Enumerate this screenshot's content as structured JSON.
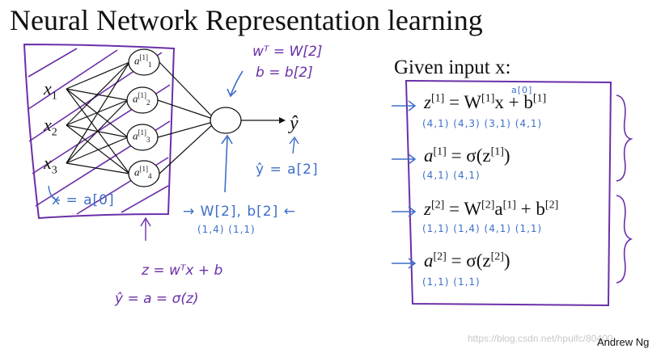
{
  "title": "Neural Network Representation learning",
  "given": "Given input x:",
  "inputs": [
    {
      "base": "x",
      "sub": "1"
    },
    {
      "base": "x",
      "sub": "2"
    },
    {
      "base": "x",
      "sub": "3"
    }
  ],
  "hidden_units": [
    {
      "base": "a",
      "sup": "[1]",
      "sub": "1"
    },
    {
      "base": "a",
      "sup": "[1]",
      "sub": "2"
    },
    {
      "base": "a",
      "sup": "[1]",
      "sub": "3"
    },
    {
      "base": "a",
      "sup": "[1]",
      "sub": "4"
    }
  ],
  "output": "ŷ",
  "equations": [
    {
      "lhs": "z",
      "lhs_sup": "[1]",
      "rhs": "= W",
      "rhs_sup": "[1]",
      "tail": "x + b",
      "tail_sup": "[1]",
      "dims": "(4,1)      (4,3)  (3,1)       (4,1)"
    },
    {
      "lhs": "a",
      "lhs_sup": "[1]",
      "rhs": "= σ(z",
      "rhs_sup": "[1]",
      "tail": ")",
      "tail_sup": "",
      "dims": "(4,1)              (4,1)"
    },
    {
      "lhs": "z",
      "lhs_sup": "[2]",
      "rhs": "= W",
      "rhs_sup": "[2]",
      "tail": "a",
      "tail_sup": "[1]",
      "extra": " + b",
      "extra_sup": "[2]",
      "dims": "(1,1)      (1,4)   (4,1)       (1,1)"
    },
    {
      "lhs": "a",
      "lhs_sup": "[2]",
      "rhs": "= σ(z",
      "rhs_sup": "[2]",
      "tail": ")",
      "tail_sup": "",
      "dims": "(1,1)              (1,1)"
    }
  ],
  "annotations": {
    "a0_over_x": "a[0]",
    "w_t": "wᵀ = W[2]",
    "b_eq": "b = b[2]",
    "yhat_eq": "ŷ = a[2]",
    "w2b2": "→ W[2], b[2] ←",
    "w2b2_dims": "(1,4)     (1,1)",
    "x_eq": "x = a[0]",
    "z_eq": "z = wᵀx + b",
    "yhat_a": "ŷ = a = σ(z)"
  },
  "author": "Andrew Ng",
  "watermark": "https://blog.csdn.net/hpulfc/80400"
}
